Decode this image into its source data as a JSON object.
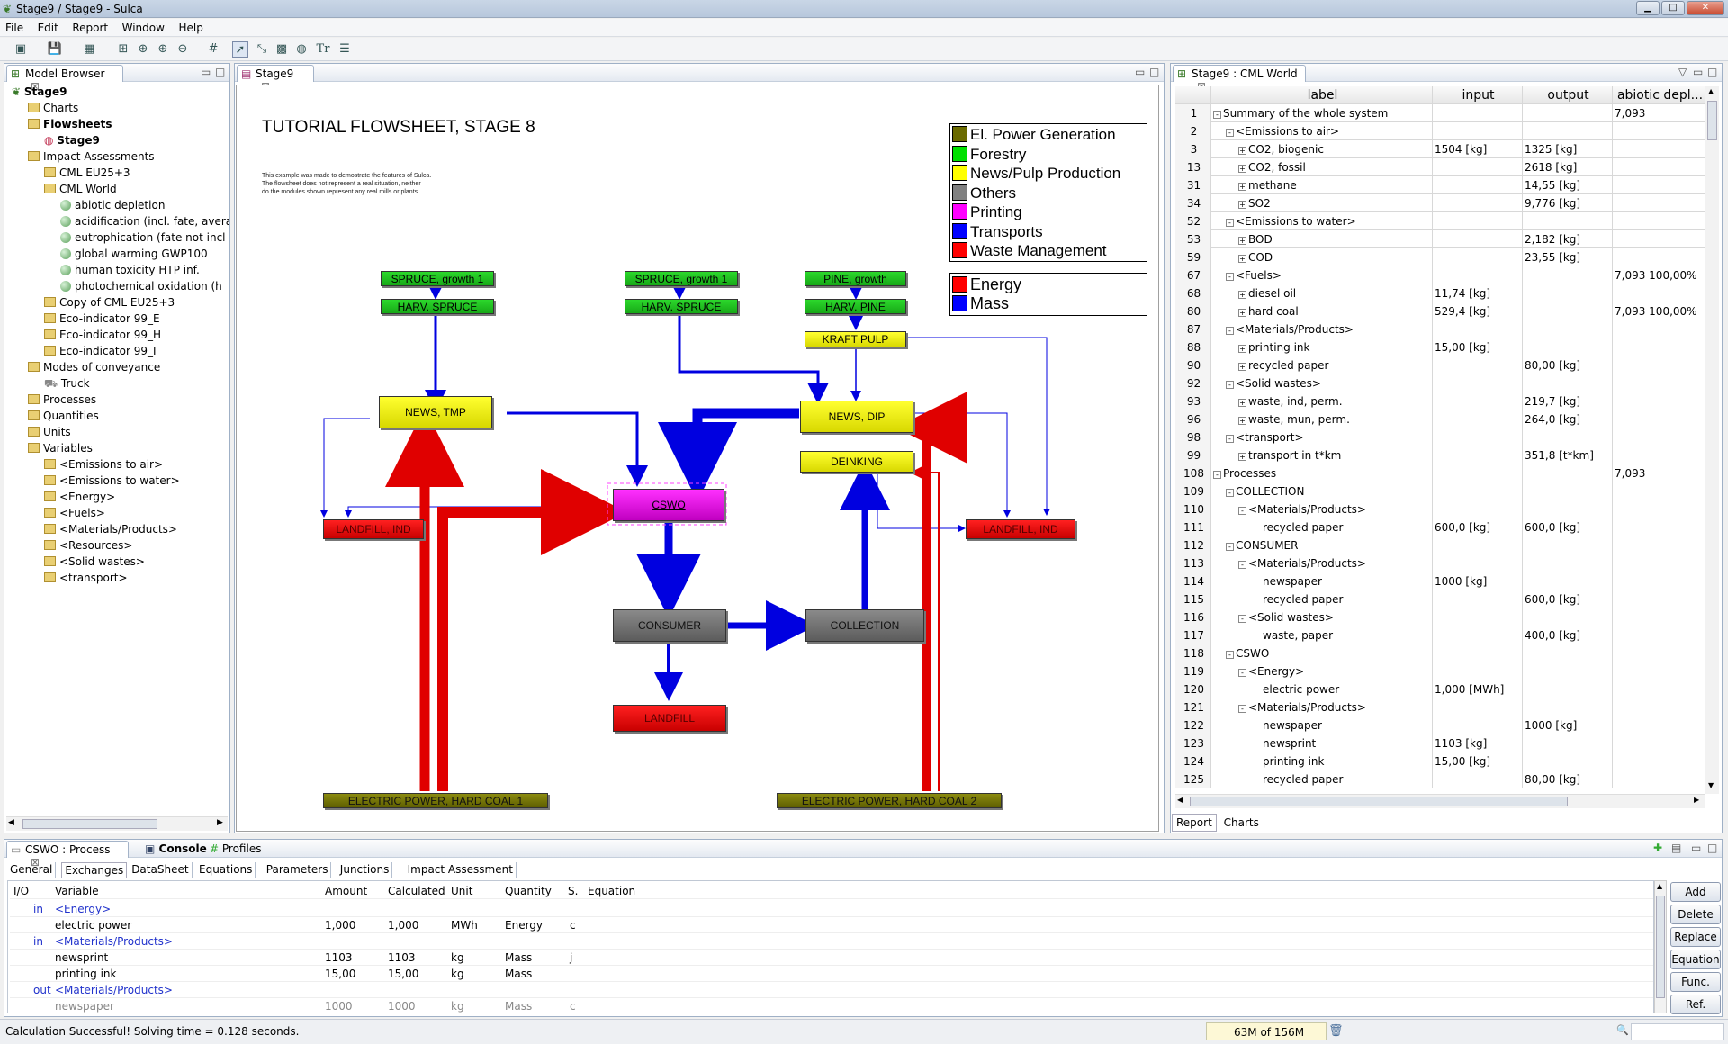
{
  "window": {
    "title": "Stage9 / Stage9 - Sulca"
  },
  "menu": [
    "File",
    "Edit",
    "Report",
    "Window",
    "Help"
  ],
  "model_browser": {
    "tab": "Model Browser",
    "tree": [
      {
        "label": "Stage9",
        "indent": 0,
        "icon": "leaf",
        "bold": true
      },
      {
        "label": "Charts",
        "indent": 1,
        "icon": "folder"
      },
      {
        "label": "Flowsheets",
        "indent": 1,
        "icon": "folder",
        "bold": true
      },
      {
        "label": "Stage9",
        "indent": 2,
        "icon": "flowsheet",
        "bold": true
      },
      {
        "label": "Impact Assessments",
        "indent": 1,
        "icon": "folder"
      },
      {
        "label": "CML EU25+3",
        "indent": 2,
        "icon": "folder"
      },
      {
        "label": "CML World",
        "indent": 2,
        "icon": "folder"
      },
      {
        "label": "abiotic depletion",
        "indent": 3,
        "icon": "globe"
      },
      {
        "label": "acidification (incl. fate, avera",
        "indent": 3,
        "icon": "globe"
      },
      {
        "label": "eutrophication (fate not incl",
        "indent": 3,
        "icon": "globe"
      },
      {
        "label": "global warming GWP100",
        "indent": 3,
        "icon": "globe"
      },
      {
        "label": "human toxicity HTP inf.",
        "indent": 3,
        "icon": "globe"
      },
      {
        "label": "photochemical oxidation (h",
        "indent": 3,
        "icon": "globe"
      },
      {
        "label": "Copy of CML EU25+3",
        "indent": 2,
        "icon": "folder"
      },
      {
        "label": "Eco-indicator 99_E",
        "indent": 2,
        "icon": "folder"
      },
      {
        "label": "Eco-indicator 99_H",
        "indent": 2,
        "icon": "folder"
      },
      {
        "label": "Eco-indicator 99_I",
        "indent": 2,
        "icon": "folder"
      },
      {
        "label": "Modes of conveyance",
        "indent": 1,
        "icon": "folder"
      },
      {
        "label": "Truck",
        "indent": 2,
        "icon": "truck"
      },
      {
        "label": "Processes",
        "indent": 1,
        "icon": "folder"
      },
      {
        "label": "Quantities",
        "indent": 1,
        "icon": "folder"
      },
      {
        "label": "Units",
        "indent": 1,
        "icon": "folder"
      },
      {
        "label": "Variables",
        "indent": 1,
        "icon": "folder"
      },
      {
        "label": "<Emissions to air>",
        "indent": 2,
        "icon": "folder"
      },
      {
        "label": "<Emissions to water>",
        "indent": 2,
        "icon": "folder"
      },
      {
        "label": "<Energy>",
        "indent": 2,
        "icon": "folder"
      },
      {
        "label": "<Fuels>",
        "indent": 2,
        "icon": "folder"
      },
      {
        "label": "<Materials/Products>",
        "indent": 2,
        "icon": "folder"
      },
      {
        "label": "<Resources>",
        "indent": 2,
        "icon": "folder"
      },
      {
        "label": "<Solid wastes>",
        "indent": 2,
        "icon": "folder"
      },
      {
        "label": "<transport>",
        "indent": 2,
        "icon": "folder"
      }
    ]
  },
  "editor": {
    "tab": "Stage9",
    "heading": "TUTORIAL FLOWSHEET, STAGE 8",
    "note": [
      "This example was made to demostrate the features of Sulca.",
      "The flowsheet does not represent a real situation, neither",
      "do the modules shown represent any real mills or plants"
    ],
    "legend_categories": [
      {
        "label": "El. Power Generation",
        "color": "#6b6b00"
      },
      {
        "label": "Forestry",
        "color": "#00e000"
      },
      {
        "label": "News/Pulp Production",
        "color": "#ffff00"
      },
      {
        "label": "Others",
        "color": "#808080"
      },
      {
        "label": "Printing",
        "color": "#ff00ff"
      },
      {
        "label": "Transports",
        "color": "#0000ff"
      },
      {
        "label": "Waste Management",
        "color": "#ff0000"
      }
    ],
    "legend_flows": [
      {
        "label": "Energy",
        "color": "#ff0000"
      },
      {
        "label": "Mass",
        "color": "#0000ff"
      }
    ],
    "nodes": {
      "spruce1": "SPRUCE, growth 1",
      "harv_spruce1": "HARV. SPRUCE",
      "spruce2": "SPRUCE, growth 1",
      "harv_spruce2": "HARV. SPRUCE",
      "pine": "PINE, growth",
      "harv_pine": "HARV. PINE",
      "kraft": "KRAFT PULP",
      "news_tmp": "NEWS, TMP",
      "news_dip": "NEWS, DIP",
      "deinking": "DEINKING",
      "cswo": "CSWO",
      "landfill_ind1": "LANDFILL, IND",
      "landfill_ind2": "LANDFILL, IND",
      "consumer": "CONSUMER",
      "collection": "COLLECTION",
      "landfill": "LANDFILL",
      "power1": "ELECTRIC POWER, HARD COAL 1",
      "power2": "ELECTRIC POWER, HARD COAL 2"
    }
  },
  "report": {
    "tab": "Stage9 : CML World",
    "columns": [
      "label",
      "input",
      "output",
      "abiotic depl..."
    ],
    "rows": [
      {
        "n": "1",
        "indent": 0,
        "pm": "-",
        "label": "Summary of the whole system",
        "input": "",
        "output": "",
        "abiotic": "7,093"
      },
      {
        "n": "2",
        "indent": 1,
        "pm": "-",
        "label": "<Emissions to air>",
        "input": "",
        "output": "",
        "abiotic": ""
      },
      {
        "n": "3",
        "indent": 2,
        "pm": "+",
        "label": "CO2, biogenic",
        "input": "1504 [kg]",
        "output": "1325 [kg]",
        "abiotic": ""
      },
      {
        "n": "13",
        "indent": 2,
        "pm": "+",
        "label": "CO2, fossil",
        "input": "",
        "output": "2618 [kg]",
        "abiotic": ""
      },
      {
        "n": "31",
        "indent": 2,
        "pm": "+",
        "label": "methane",
        "input": "",
        "output": "14,55 [kg]",
        "abiotic": ""
      },
      {
        "n": "34",
        "indent": 2,
        "pm": "+",
        "label": "SO2",
        "input": "",
        "output": "9,776 [kg]",
        "abiotic": ""
      },
      {
        "n": "52",
        "indent": 1,
        "pm": "-",
        "label": "<Emissions to water>",
        "input": "",
        "output": "",
        "abiotic": ""
      },
      {
        "n": "53",
        "indent": 2,
        "pm": "+",
        "label": "BOD",
        "input": "",
        "output": "2,182 [kg]",
        "abiotic": ""
      },
      {
        "n": "59",
        "indent": 2,
        "pm": "+",
        "label": "COD",
        "input": "",
        "output": "23,55 [kg]",
        "abiotic": ""
      },
      {
        "n": "67",
        "indent": 1,
        "pm": "-",
        "label": "<Fuels>",
        "input": "",
        "output": "",
        "abiotic": "7,093  100,00%"
      },
      {
        "n": "68",
        "indent": 2,
        "pm": "+",
        "label": "diesel oil",
        "input": "11,74 [kg]",
        "output": "",
        "abiotic": ""
      },
      {
        "n": "80",
        "indent": 2,
        "pm": "+",
        "label": "hard coal",
        "input": "529,4 [kg]",
        "output": "",
        "abiotic": "7,093  100,00%"
      },
      {
        "n": "87",
        "indent": 1,
        "pm": "-",
        "label": "<Materials/Products>",
        "input": "",
        "output": "",
        "abiotic": ""
      },
      {
        "n": "88",
        "indent": 2,
        "pm": "+",
        "label": "printing ink",
        "input": "15,00 [kg]",
        "output": "",
        "abiotic": ""
      },
      {
        "n": "90",
        "indent": 2,
        "pm": "+",
        "label": "recycled paper",
        "input": "",
        "output": "80,00 [kg]",
        "abiotic": ""
      },
      {
        "n": "92",
        "indent": 1,
        "pm": "-",
        "label": "<Solid wastes>",
        "input": "",
        "output": "",
        "abiotic": ""
      },
      {
        "n": "93",
        "indent": 2,
        "pm": "+",
        "label": "waste, ind, perm.",
        "input": "",
        "output": "219,7 [kg]",
        "abiotic": ""
      },
      {
        "n": "96",
        "indent": 2,
        "pm": "+",
        "label": "waste, mun, perm.",
        "input": "",
        "output": "264,0 [kg]",
        "abiotic": ""
      },
      {
        "n": "98",
        "indent": 1,
        "pm": "-",
        "label": "<transport>",
        "input": "",
        "output": "",
        "abiotic": ""
      },
      {
        "n": "99",
        "indent": 2,
        "pm": "+",
        "label": "transport in t*km",
        "input": "",
        "output": "351,8 [t*km]",
        "abiotic": ""
      },
      {
        "n": "108",
        "indent": 0,
        "pm": "-",
        "label": "Processes",
        "input": "",
        "output": "",
        "abiotic": "7,093"
      },
      {
        "n": "109",
        "indent": 1,
        "pm": "-",
        "label": "COLLECTION",
        "input": "",
        "output": "",
        "abiotic": ""
      },
      {
        "n": "110",
        "indent": 2,
        "pm": "-",
        "label": "<Materials/Products>",
        "input": "",
        "output": "",
        "abiotic": ""
      },
      {
        "n": "111",
        "indent": 3,
        "pm": "",
        "label": "recycled paper",
        "input": "600,0 [kg]",
        "output": "600,0 [kg]",
        "abiotic": ""
      },
      {
        "n": "112",
        "indent": 1,
        "pm": "-",
        "label": "CONSUMER",
        "input": "",
        "output": "",
        "abiotic": ""
      },
      {
        "n": "113",
        "indent": 2,
        "pm": "-",
        "label": "<Materials/Products>",
        "input": "",
        "output": "",
        "abiotic": ""
      },
      {
        "n": "114",
        "indent": 3,
        "pm": "",
        "label": "newspaper",
        "input": "1000 [kg]",
        "output": "",
        "abiotic": ""
      },
      {
        "n": "115",
        "indent": 3,
        "pm": "",
        "label": "recycled paper",
        "input": "",
        "output": "600,0 [kg]",
        "abiotic": ""
      },
      {
        "n": "116",
        "indent": 2,
        "pm": "-",
        "label": "<Solid wastes>",
        "input": "",
        "output": "",
        "abiotic": ""
      },
      {
        "n": "117",
        "indent": 3,
        "pm": "",
        "label": "waste, paper",
        "input": "",
        "output": "400,0 [kg]",
        "abiotic": ""
      },
      {
        "n": "118",
        "indent": 1,
        "pm": "-",
        "label": "CSWO",
        "input": "",
        "output": "",
        "abiotic": ""
      },
      {
        "n": "119",
        "indent": 2,
        "pm": "-",
        "label": "<Energy>",
        "input": "",
        "output": "",
        "abiotic": ""
      },
      {
        "n": "120",
        "indent": 3,
        "pm": "",
        "label": "electric power",
        "input": "1,000 [MWh]",
        "output": "",
        "abiotic": ""
      },
      {
        "n": "121",
        "indent": 2,
        "pm": "-",
        "label": "<Materials/Products>",
        "input": "",
        "output": "",
        "abiotic": ""
      },
      {
        "n": "122",
        "indent": 3,
        "pm": "",
        "label": "newspaper",
        "input": "",
        "output": "1000 [kg]",
        "abiotic": ""
      },
      {
        "n": "123",
        "indent": 3,
        "pm": "",
        "label": "newsprint",
        "input": "1103 [kg]",
        "output": "",
        "abiotic": ""
      },
      {
        "n": "124",
        "indent": 3,
        "pm": "",
        "label": "printing ink",
        "input": "15,00 [kg]",
        "output": "",
        "abiotic": ""
      },
      {
        "n": "125",
        "indent": 3,
        "pm": "",
        "label": "recycled paper",
        "input": "",
        "output": "80,00 [kg]",
        "abiotic": ""
      }
    ],
    "bottom_tabs": [
      "Report",
      "Charts"
    ]
  },
  "process_panel": {
    "tabs": [
      "CSWO : Process",
      "Console",
      "Profiles"
    ],
    "subtabs": [
      "General",
      "Exchanges",
      "DataSheet",
      "Equations",
      "Parameters",
      "Junctions",
      "Impact Assessment"
    ],
    "columns": [
      "I/O",
      "Variable",
      "Amount",
      "Calculated",
      "Unit",
      "Quantity",
      "S.",
      "Equation"
    ],
    "rows": [
      {
        "io": "in",
        "variable": "<Energy>",
        "amount": "",
        "calculated": "",
        "unit": "",
        "quantity": "",
        "s": "",
        "group": true
      },
      {
        "io": "",
        "variable": "electric power",
        "amount": "1,000",
        "calculated": "1,000",
        "unit": "MWh",
        "quantity": "Energy",
        "s": "c",
        "group": false
      },
      {
        "io": "in",
        "variable": "<Materials/Products>",
        "amount": "",
        "calculated": "",
        "unit": "",
        "quantity": "",
        "s": "",
        "group": true
      },
      {
        "io": "",
        "variable": "newsprint",
        "amount": "1103",
        "calculated": "1103",
        "unit": "kg",
        "quantity": "Mass",
        "s": "j",
        "group": false
      },
      {
        "io": "",
        "variable": "printing ink",
        "amount": "15,00",
        "calculated": "15,00",
        "unit": "kg",
        "quantity": "Mass",
        "s": "",
        "group": false
      },
      {
        "io": "out",
        "variable": "<Materials/Products>",
        "amount": "",
        "calculated": "",
        "unit": "",
        "quantity": "",
        "s": "",
        "group": true
      },
      {
        "io": "",
        "variable": "newspaper",
        "amount": "1000",
        "calculated": "1000",
        "unit": "kg",
        "quantity": "Mass",
        "s": "c",
        "group": false
      }
    ],
    "buttons": [
      "Add",
      "Delete",
      "Replace",
      "Equation",
      "Func.",
      "Ref."
    ]
  },
  "status": {
    "message": "Calculation Successful! Solving time = 0.128 seconds.",
    "memory": "63M of 156M"
  }
}
